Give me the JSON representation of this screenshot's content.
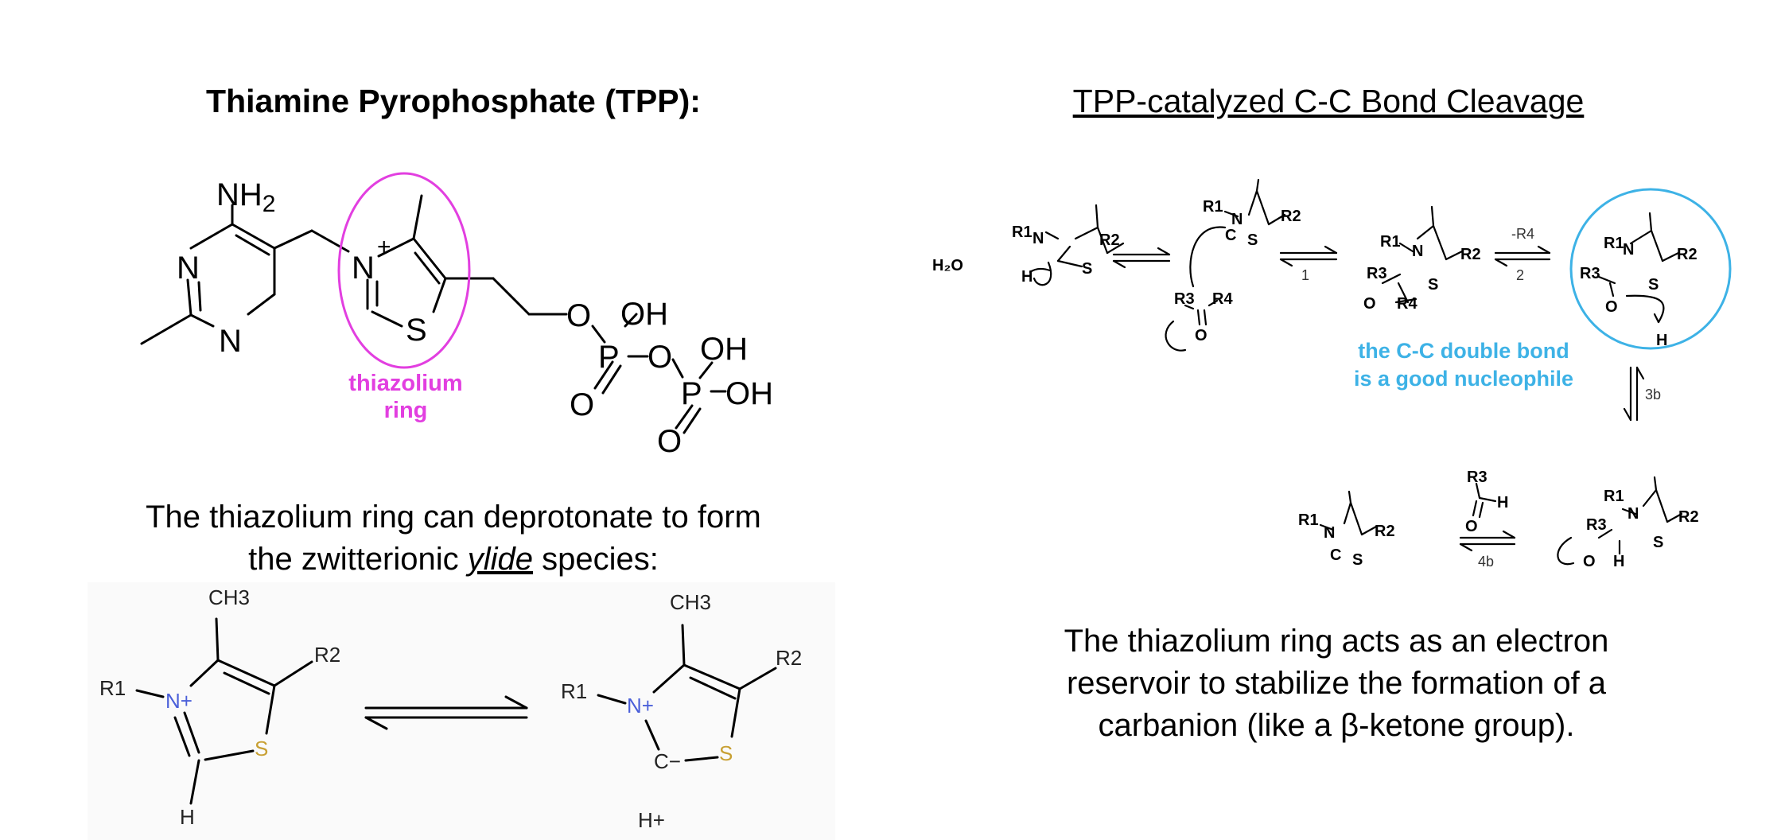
{
  "left_title": "Thiamine Pyrophosphate (TPP):",
  "right_title": "TPP-catalyzed C-C Bond Cleavage",
  "tpp": {
    "nh2": "NH",
    "nh2_sub": "2",
    "n_a": "N",
    "n_b": "N",
    "n_plus": "N",
    "plus": "+",
    "s": "S",
    "o1": "O",
    "oh1": "OH",
    "p1": "P",
    "o_bridge": "O",
    "oh2": "OH",
    "o_dbl1": "O",
    "p2": "P",
    "oh3": "OH",
    "o_dbl2": "O",
    "ring_label_1": "thiazolium",
    "ring_label_2": "ring"
  },
  "caption_left_1": "The thiazolium ring can deprotonate to form",
  "caption_left_2a": "the zwitterionic ",
  "caption_left_2b": "ylide",
  "caption_left_2c": " species:",
  "ylide": {
    "ch3": "CH3",
    "r1": "R1",
    "r2": "R2",
    "n_plus": "N+",
    "s": "S",
    "h": "H",
    "c_minus": "C−",
    "h_plus": "H+"
  },
  "mechanism": {
    "h2o": "H₂O",
    "step1": "1",
    "step2": "2",
    "step2_label": "-R4",
    "step3b": "3b",
    "step4b": "4b",
    "blue_1": "the C-C double bond",
    "blue_2": "is a good nucleophile",
    "r1": "R1",
    "r2": "R2",
    "r3": "R3",
    "r4": "R4",
    "n": "N",
    "s": "S",
    "c": "C",
    "o": "O",
    "h": "H"
  },
  "caption_right_1": "The thiazolium ring acts as an electron",
  "caption_right_2": "reservoir to stabilize the formation of a",
  "caption_right_3": "carbanion (like a β-ketone group).",
  "colors": {
    "magenta": "#e23fe0",
    "blue": "#3db2e6",
    "nitrogen_blue": "#4a5fd9",
    "sulfur_gold": "#c8a033"
  }
}
